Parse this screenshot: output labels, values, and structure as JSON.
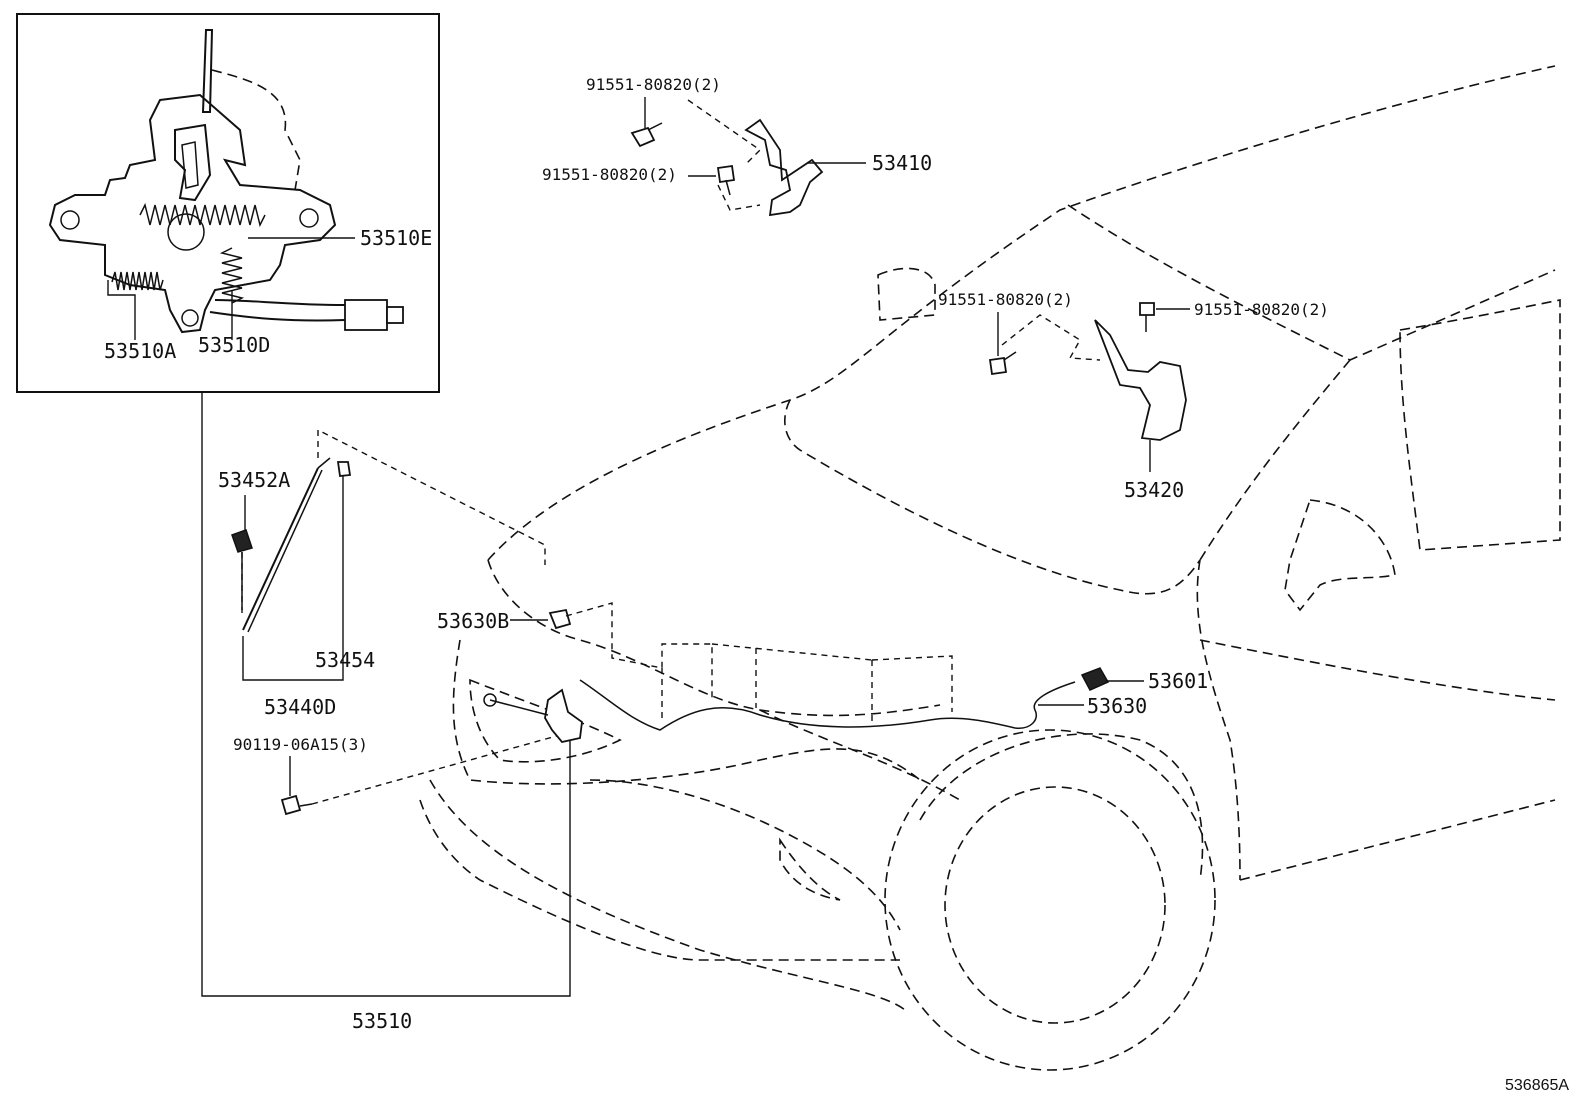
{
  "labels": {
    "latch_spring_e": "53510E",
    "latch_spring_a": "53510A",
    "latch_spring_d": "53510D",
    "hood_lock": "53510",
    "bolt_hinge_left_upper": "91551-80820(2)",
    "bolt_hinge_left_lower": "91551-80820(2)",
    "hinge_left": "53410",
    "bolt_hinge_right_left": "91551-80820(2)",
    "bolt_hinge_right_right": "91551-80820(2)",
    "hinge_right": "53420",
    "prop_clip": "53452A",
    "prop_holder": "53454",
    "prop_rod": "53440D",
    "bolt_lock": "90119-06A15(3)",
    "cable_clamp": "53630B",
    "release_lever": "53601",
    "release_cable": "53630",
    "illustration_code": "536865A"
  }
}
